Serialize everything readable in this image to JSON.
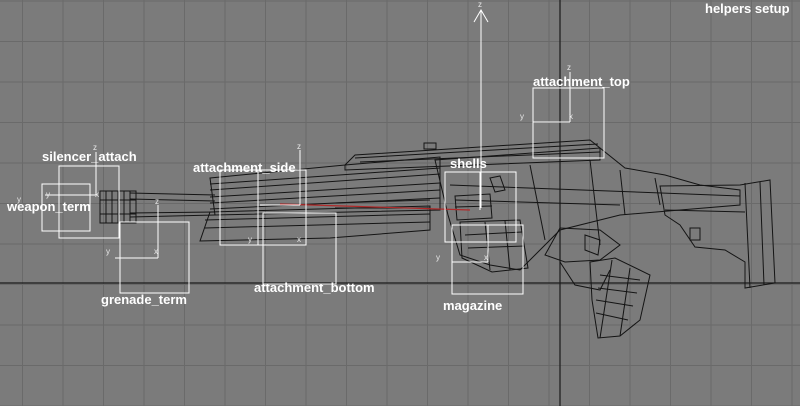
{
  "viewport": {
    "title": "helpers setup",
    "axis_letters": {
      "z": "z",
      "y": "y",
      "x": "x"
    }
  },
  "helpers": {
    "attachment_top": "attachment_top",
    "silencer_attach": "silencer_attach",
    "attachment_side": "attachment_side",
    "shells": "shells",
    "weapon_term": "weapon_term",
    "grenade_term": "grenade_term",
    "attachment_bottom": "attachment_bottom",
    "magazine": "magazine"
  }
}
